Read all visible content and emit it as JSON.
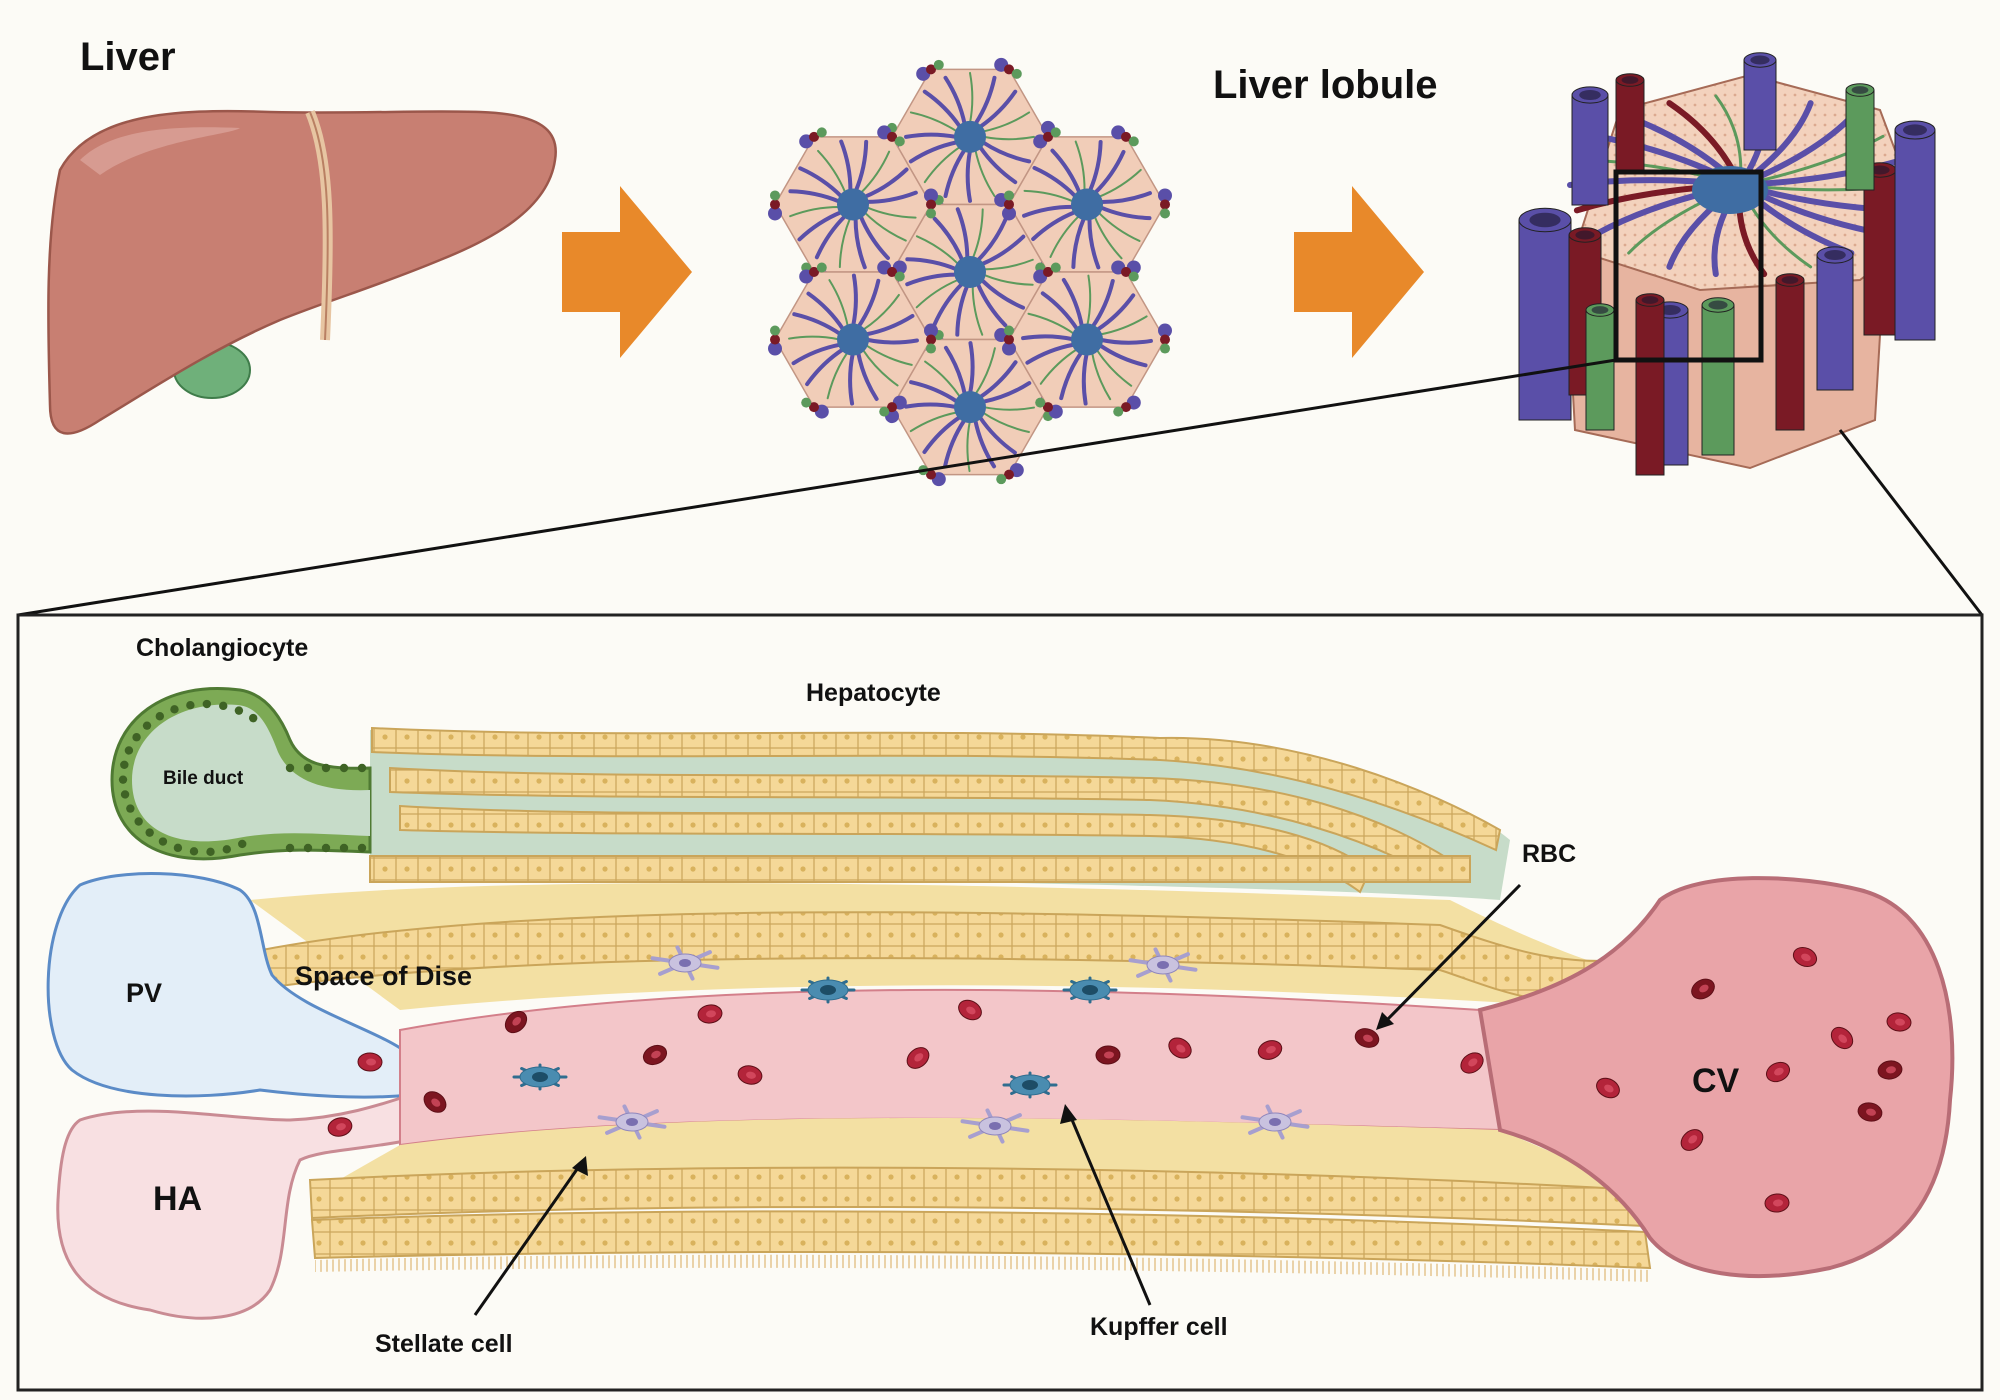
{
  "labels": {
    "liver": "Liver",
    "liver_lobule": "Liver lobule",
    "cholangiocyte": "Cholangiocyte",
    "hepatocyte": "Hepatocyte",
    "bile_duct": "Bile duct",
    "pv": "PV",
    "space_of_dise": "Space of Dise",
    "ha": "HA",
    "rbc": "RBC",
    "cv": "CV",
    "stellate_cell": "Stellate cell",
    "kupffer_cell": "Kupffer cell"
  },
  "colors": {
    "arrow": "#e8892a",
    "liver": "#c87f72",
    "gallbladder": "#6fb07a",
    "hepatocyte": "#f5d898",
    "hepatocyte_border": "#caa55a",
    "bile": "#c7dcc9",
    "cholangiocyte": "#7daa55",
    "portal_vein": "#e3eef8",
    "portal_vein_border": "#5b8bc7",
    "hepatic_artery": "#f8e0e2",
    "sinusoid": "#f3c6c9",
    "central_vein": "#e9a4a8",
    "rbc": "#b3243a",
    "kupffer": "#4a8cb0",
    "stellate": "#c9c2df",
    "vessel_blue": "#5a4fa8",
    "vessel_red": "#7a1a25",
    "vessel_green": "#5c9a5c"
  }
}
